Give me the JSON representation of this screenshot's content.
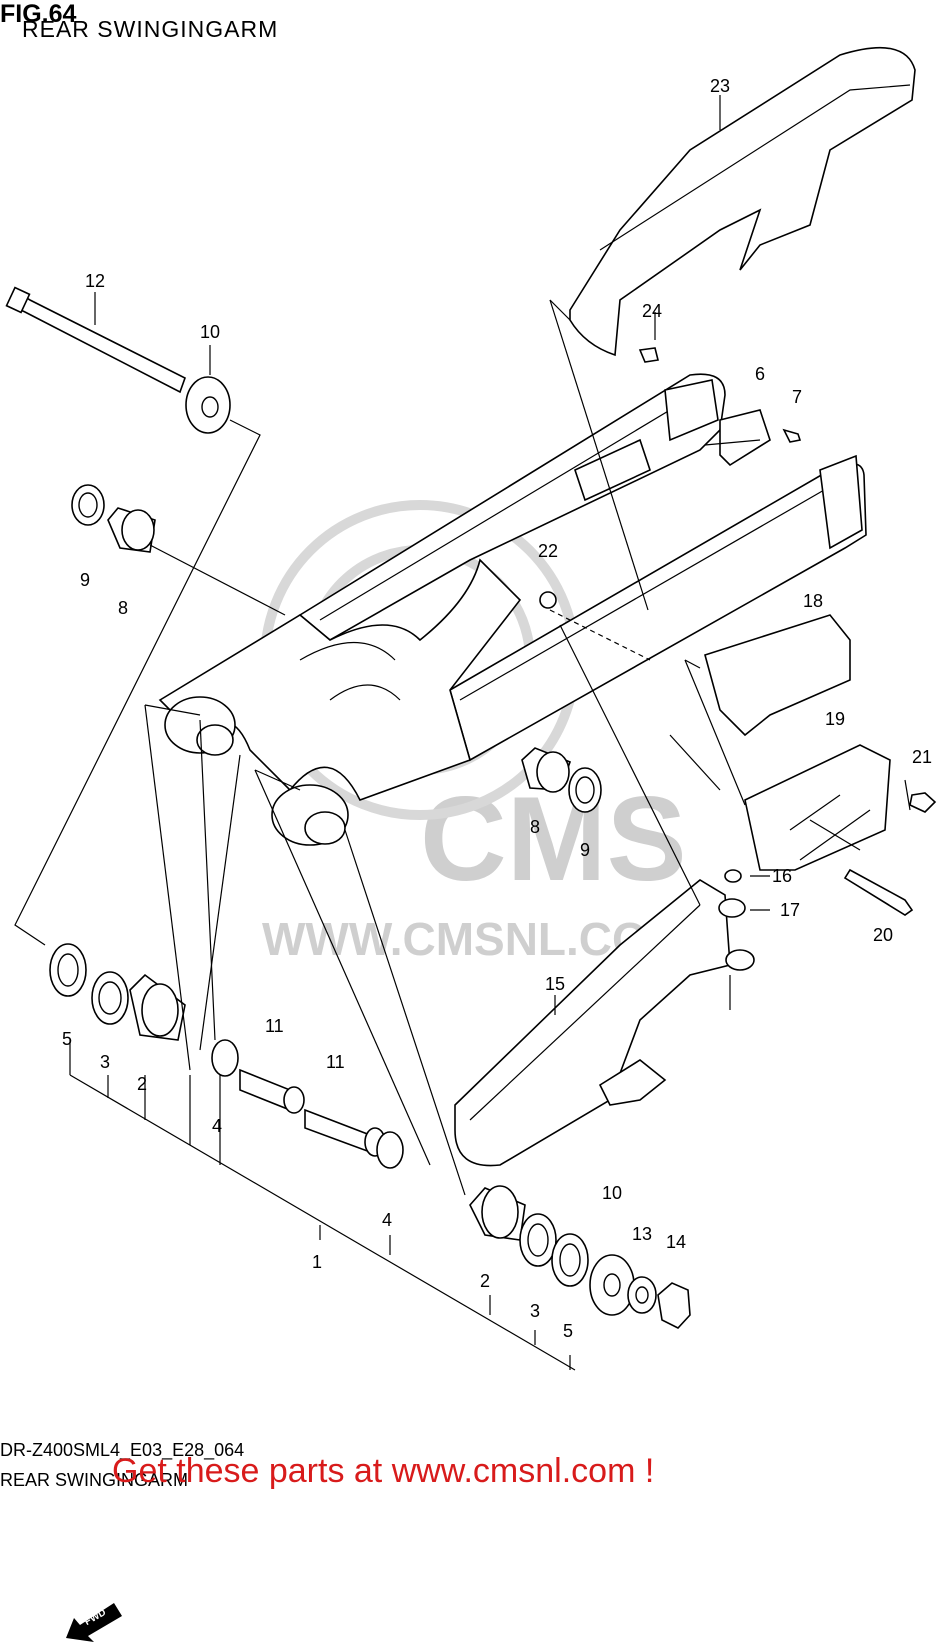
{
  "figure": {
    "number": "FIG.64",
    "subtitle": "REAR SWINGINGARM",
    "code": "DR-Z400SML4_E03_E28_064",
    "name": "REAR SWINGINGARM"
  },
  "promo": "Get these parts at www.cmsnl.com !",
  "watermark": {
    "brand": "CMS",
    "url": "WWW.CMSNL.COM",
    "color": "#cfcfcf"
  },
  "fwd_label": "FWD",
  "callouts": {
    "c1": "1",
    "c2a": "2",
    "c2b": "2",
    "c3a": "3",
    "c3b": "3",
    "c4a": "4",
    "c4b": "4",
    "c5a": "5",
    "c5b": "5",
    "c6": "6",
    "c7": "7",
    "c8a": "8",
    "c8b": "8",
    "c9a": "9",
    "c9b": "9",
    "c10a": "10",
    "c10b": "10",
    "c11a": "11",
    "c11b": "11",
    "c12": "12",
    "c13": "13",
    "c14": "14",
    "c15": "15",
    "c16": "16",
    "c17": "17",
    "c18": "18",
    "c19": "19",
    "c20": "20",
    "c21": "21",
    "c22": "22",
    "c23": "23",
    "c24": "24"
  },
  "colors": {
    "line": "#000000",
    "promo": "#d81b1b"
  }
}
